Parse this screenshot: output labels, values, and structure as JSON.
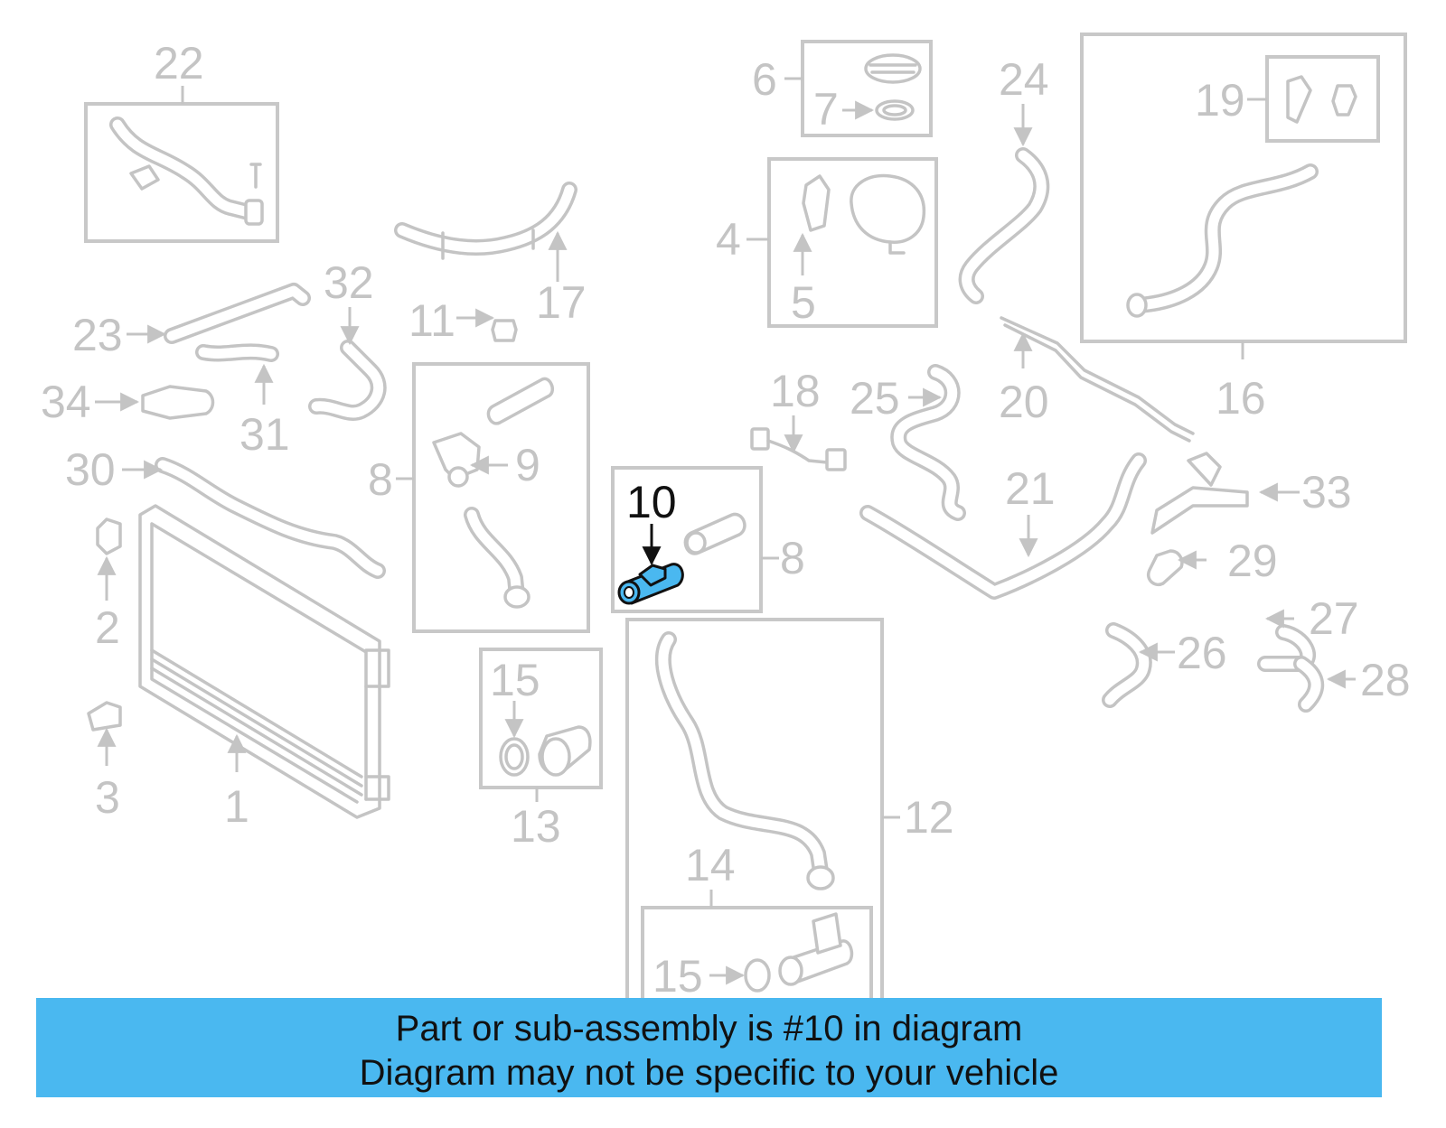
{
  "labels": {
    "l1": "1",
    "l2": "2",
    "l3": "3",
    "l4": "4",
    "l5": "5",
    "l6": "6",
    "l7": "7",
    "l8": "8",
    "l9": "9",
    "l10": "10",
    "l11": "11",
    "l12": "12",
    "l13": "13",
    "l14": "14",
    "l15": "15",
    "l16": "16",
    "l17": "17",
    "l18": "18",
    "l19": "19",
    "l20": "20",
    "l21": "21",
    "l22": "22",
    "l23": "23",
    "l24": "24",
    "l25": "25",
    "l26": "26",
    "l27": "27",
    "l28": "28",
    "l29": "29",
    "l30": "30",
    "l31": "31",
    "l32": "32",
    "l33": "33",
    "l34": "34"
  },
  "highlight": {
    "part_number": "10",
    "color": "#4ab8f0"
  },
  "banner": {
    "line1": "Part or sub-assembly is #10 in diagram",
    "line2": "Diagram may not be specific to your vehicle",
    "background": "#4ab8f0"
  }
}
